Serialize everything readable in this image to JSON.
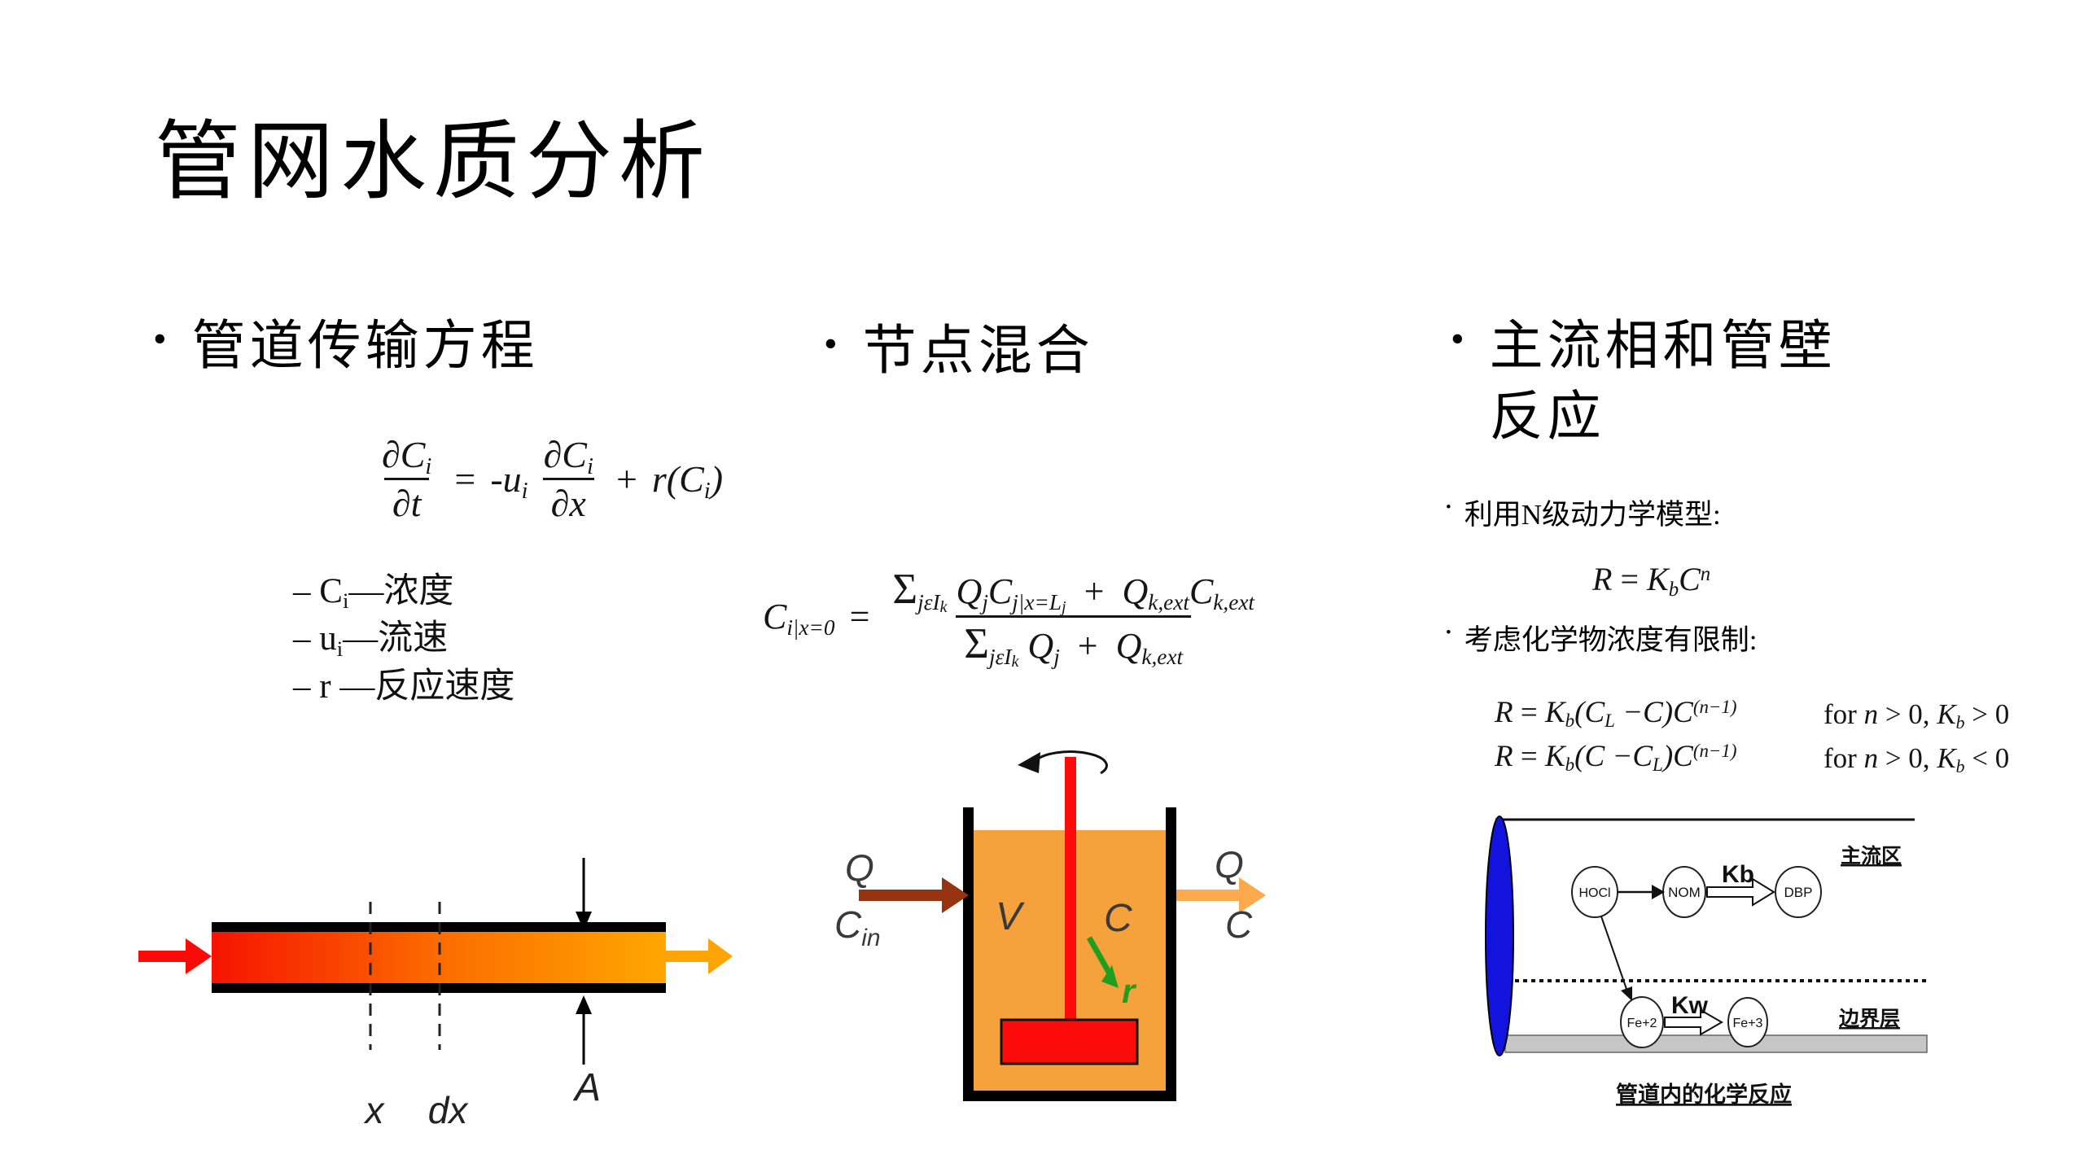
{
  "title": "管网水质分析",
  "bullet_char": "•",
  "colors": {
    "pipe_red": "#f61300",
    "pipe_mid": "#fb6c00",
    "pipe_orange": "#ffa700",
    "arrow_red": "#fb0b07",
    "arrow_orange": "#ffa405",
    "tank_fill": "#f5a23c",
    "inflow_brown": "#963310",
    "outflow_orange": "#ffa94d",
    "stirrer_red": "#fd0b0b",
    "reaction_green": "#1f9e20",
    "pipe_section_blue": "#1213dd",
    "pipe_wall_gray": "#c6c6c6",
    "label_gray": "#3a3a3a"
  },
  "col1": {
    "heading": "管道传输方程",
    "eq": {
      "num1": [
        [
          "∂C",
          "i"
        ],
        [
          "i",
          "si"
        ]
      ],
      "den1": [
        [
          "∂t",
          "i"
        ]
      ],
      "eq_sign": [
        [
          "=",
          "n"
        ]
      ],
      "coef": [
        [
          "-",
          "n"
        ],
        [
          "u",
          "i"
        ],
        [
          "i",
          "si"
        ]
      ],
      "num2": [
        [
          "∂C",
          "i"
        ],
        [
          "i",
          "si"
        ]
      ],
      "den2": [
        [
          "∂x",
          "i"
        ]
      ],
      "plus": [
        [
          "+",
          "n"
        ]
      ],
      "rterm": [
        [
          "r(C",
          "i"
        ],
        [
          "i",
          "si"
        ],
        [
          ")",
          "i"
        ]
      ]
    },
    "vars": [
      [
        [
          "– C",
          "n"
        ],
        [
          "i",
          "s"
        ],
        [
          "—浓度",
          "n"
        ]
      ],
      [
        [
          "– u",
          "n"
        ],
        [
          "i",
          "s"
        ],
        [
          "—流速",
          "n"
        ]
      ],
      [
        [
          "– r —反应速度",
          "n"
        ]
      ]
    ],
    "pipe_labels": {
      "x": "x",
      "dx": "dx",
      "A": "A"
    }
  },
  "col2": {
    "heading": "节点混合",
    "eq": {
      "lhs": [
        [
          "C",
          "i"
        ],
        [
          "i|x=0",
          "si"
        ]
      ],
      "eq_sign": [
        [
          "=",
          "n"
        ]
      ],
      "num": [
        [
          "Σ",
          "g"
        ],
        [
          "jεI",
          "si"
        ],
        [
          "k",
          "ss"
        ],
        [
          " ",
          "n"
        ],
        [
          "Q",
          "i"
        ],
        [
          "j",
          "si"
        ],
        [
          "C",
          "i"
        ],
        [
          "j|x=L",
          "si"
        ],
        [
          "j",
          "ss"
        ],
        [
          "  +  ",
          "n"
        ],
        [
          "Q",
          "i"
        ],
        [
          "k,ext",
          "si"
        ],
        [
          "C",
          "i"
        ],
        [
          "k,ext",
          "si"
        ]
      ],
      "den": [
        [
          "Σ",
          "g"
        ],
        [
          "jεI",
          "si"
        ],
        [
          "k",
          "ss"
        ],
        [
          " ",
          "n"
        ],
        [
          "Q",
          "i"
        ],
        [
          "j",
          "si"
        ],
        [
          "  +  ",
          "n"
        ],
        [
          "Q",
          "i"
        ],
        [
          "k,ext",
          "si"
        ]
      ]
    },
    "tank_labels": {
      "q_in": "Q",
      "c_in_base": "C",
      "c_in_sub": "in",
      "v": "V",
      "c_mid": "C",
      "r": "r",
      "q_out": "Q",
      "c_out": "C"
    }
  },
  "col3": {
    "heading": "主流相和管壁反应",
    "sub1": "利用N级动力学模型:",
    "eq_first_order": [
      [
        "R",
        "i"
      ],
      [
        " = ",
        "n"
      ],
      [
        "K",
        "i"
      ],
      [
        "b",
        "si"
      ],
      [
        "C",
        "i"
      ],
      [
        "n",
        "pi"
      ]
    ],
    "sub2": "考虑化学物浓度有限制:",
    "eq_rows": [
      {
        "eq": [
          [
            "R",
            "i"
          ],
          [
            " = ",
            "n"
          ],
          [
            "K",
            "i"
          ],
          [
            "b",
            "si"
          ],
          [
            "(C",
            "i"
          ],
          [
            "L",
            "si"
          ],
          [
            " −C)C",
            "i"
          ],
          [
            "(n−1)",
            "pi"
          ]
        ],
        "cond": [
          [
            "for ",
            "n"
          ],
          [
            "n",
            "i"
          ],
          [
            " > 0, ",
            "n"
          ],
          [
            "K",
            "i"
          ],
          [
            "b",
            "si"
          ],
          [
            " > 0",
            "n"
          ]
        ]
      },
      {
        "eq": [
          [
            "R",
            "i"
          ],
          [
            " = ",
            "n"
          ],
          [
            "K",
            "i"
          ],
          [
            "b",
            "si"
          ],
          [
            "(C −C",
            "i"
          ],
          [
            "L",
            "si"
          ],
          [
            ")C",
            "i"
          ],
          [
            "(n−1)",
            "pi"
          ]
        ],
        "cond": [
          [
            "for ",
            "n"
          ],
          [
            "n",
            "i"
          ],
          [
            " > 0, ",
            "n"
          ],
          [
            "K",
            "i"
          ],
          [
            "b",
            "si"
          ],
          [
            " < 0",
            "n"
          ]
        ]
      }
    ],
    "diagram": {
      "node_hocl": "HOCl",
      "node_nom": "NOM",
      "node_dbp": "DBP",
      "node_fe2": "Fe+2",
      "node_fe3": "Fe+3",
      "kb": "Kb",
      "kw": "Kw",
      "zone_main": "主流区",
      "zone_boundary": "边界层",
      "caption": "管道内的化学反应"
    }
  }
}
